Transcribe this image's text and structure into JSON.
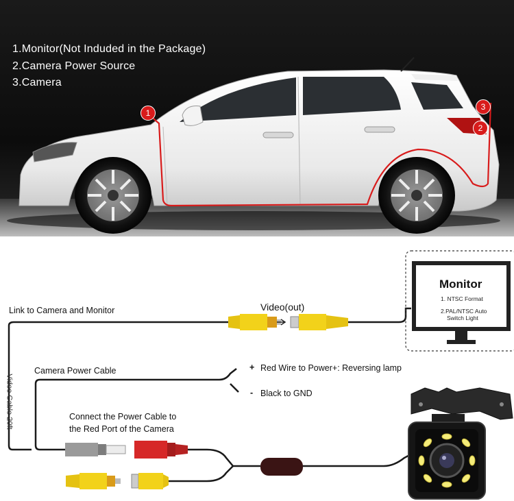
{
  "legend": {
    "item1": "1.Monitor(Not Induded in the Package)",
    "item2": "2.Camera Power Source",
    "item3": "3.Camera"
  },
  "badges": [
    "1",
    "2",
    "3"
  ],
  "wiring": {
    "link_label": "Link to Camera and Monitor",
    "video_out": "Video(out)",
    "power_cable": "Camera Power Cable",
    "red_wire_sign": "+",
    "red_wire": "Red Wire to Power+: Reversing lamp",
    "black_sign": "-",
    "black_wire": "Black to GND",
    "connect_line1": "Connect the Power Cable to",
    "connect_line2": "the Red Port of the Camera",
    "vertical_label": "Video Cable 20ft"
  },
  "monitor": {
    "title": "Monitor",
    "spec1": "1. NTSC Format",
    "spec2_line1": "2.PAL/NTSC Auto",
    "spec2_line2": "Switch Light"
  },
  "colors": {
    "route_red": "#d81b1b",
    "connector_yellow": "#f2d21a",
    "connector_red": "#d62828",
    "connector_gray": "#9a9a9a"
  }
}
